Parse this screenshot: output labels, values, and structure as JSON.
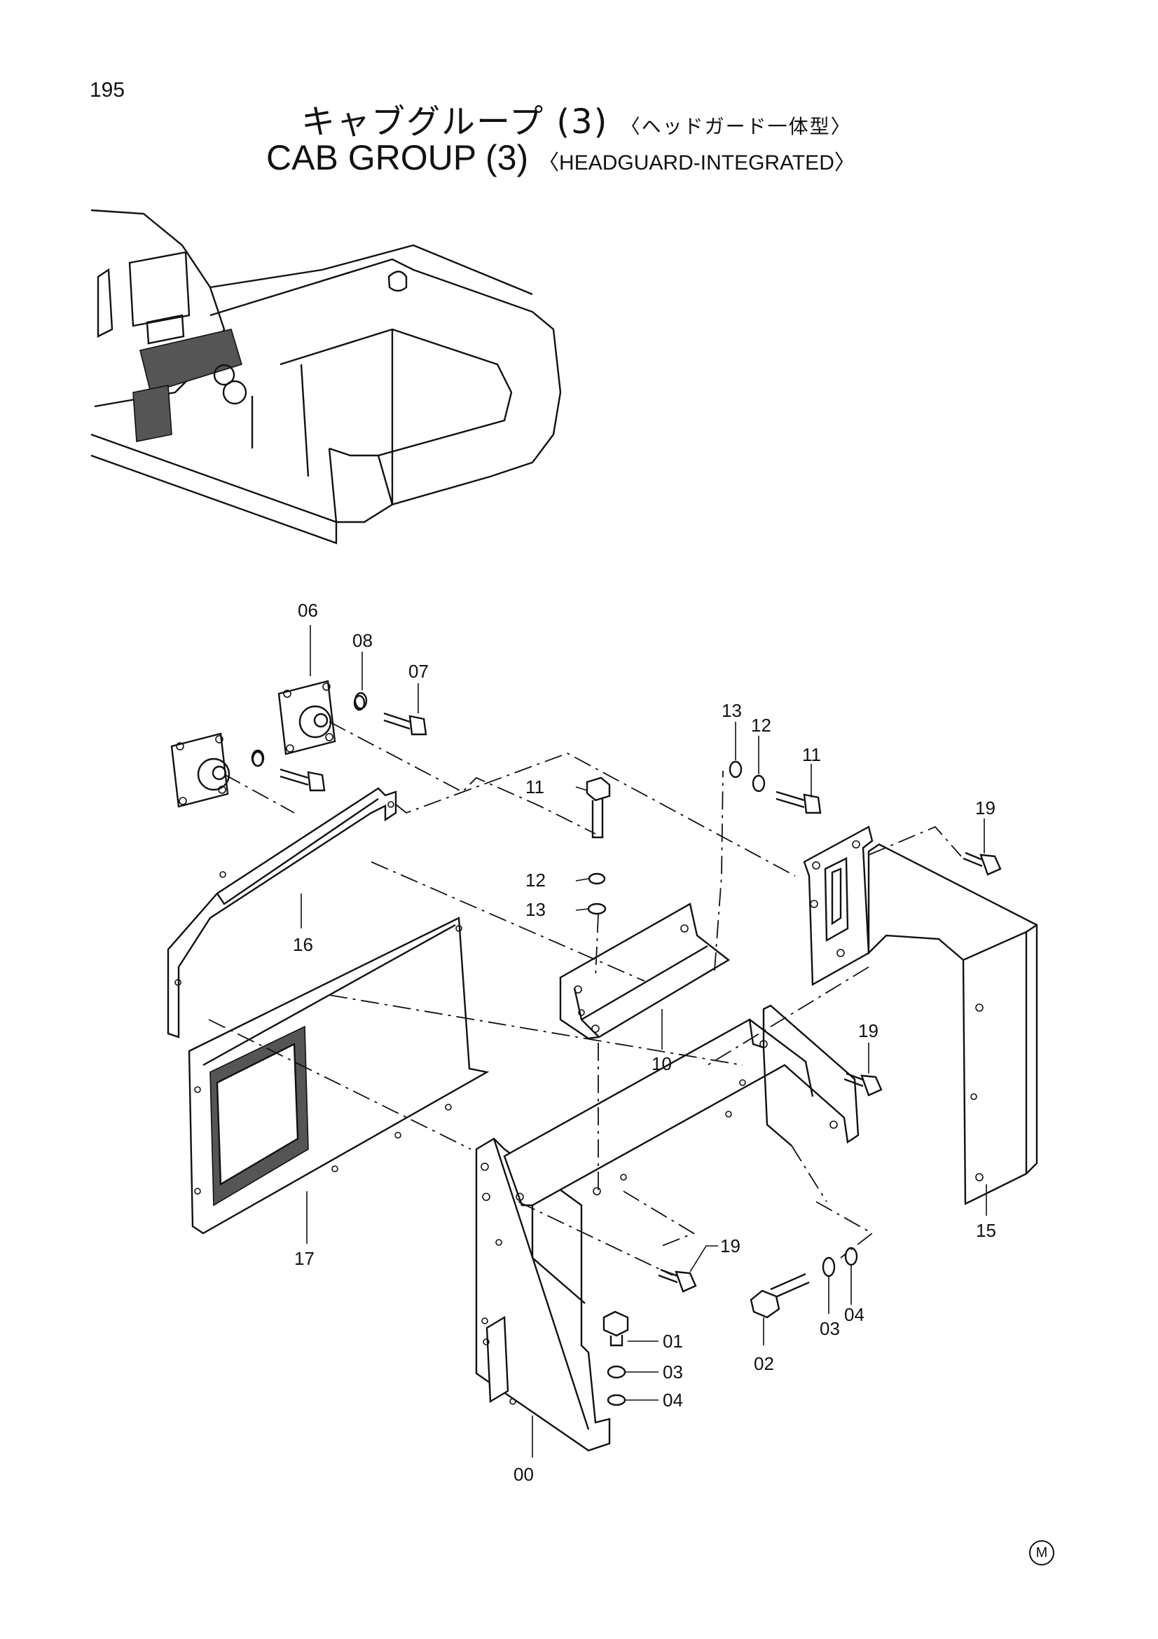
{
  "page_number": "195",
  "title_jp": "キャブグループ (3)",
  "title_jp_sub": "〈ヘッドガード一体型〉",
  "title_en": "CAB GROUP (3)",
  "title_en_sub": "〈HEADGUARD-INTEGRATED〉",
  "corner_mark": "M",
  "parts": {
    "p00": "00",
    "p01": "01",
    "p02": "02",
    "p03a": "03",
    "p03b": "03",
    "p04a": "04",
    "p04b": "04",
    "p06": "06",
    "p07": "07",
    "p08": "08",
    "p10": "10",
    "p11a": "11",
    "p11b": "11",
    "p12a": "12",
    "p12b": "12",
    "p13a": "13",
    "p13b": "13",
    "p15": "15",
    "p16": "16",
    "p17": "17",
    "p19a": "19",
    "p19b": "19",
    "p19c": "19"
  }
}
